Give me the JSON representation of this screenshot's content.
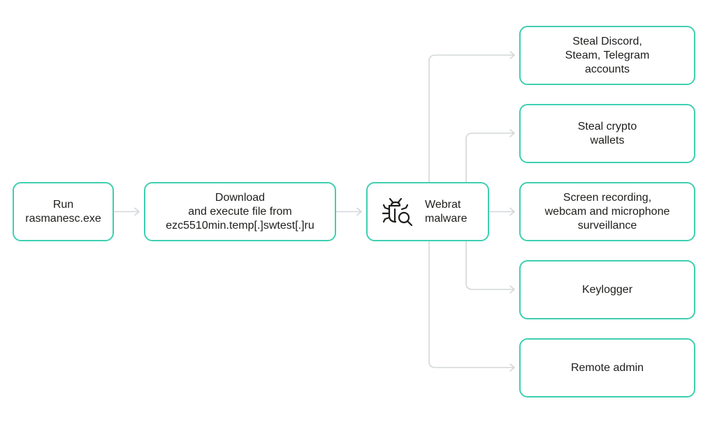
{
  "diagram": {
    "nodes": {
      "run": "Run\nrasmanesc.exe",
      "download": "Download\nand execute file from\nezc5510min.temp[.]swtest[.]ru",
      "webrat": "Webrat\nmalware",
      "steal_accounts": "Steal Discord,\nSteam, Telegram\naccounts",
      "steal_crypto": "Steal crypto\nwallets",
      "screen": "Screen recording,\nwebcam and microphone\nsurveillance",
      "keylogger": "Keylogger",
      "remote": "Remote admin"
    },
    "icons": {
      "webrat": "bug-magnifier-icon"
    },
    "colors": {
      "node_border": "#3ecfb0",
      "connector": "#d3d7d9",
      "text": "#1d1d1b"
    }
  }
}
